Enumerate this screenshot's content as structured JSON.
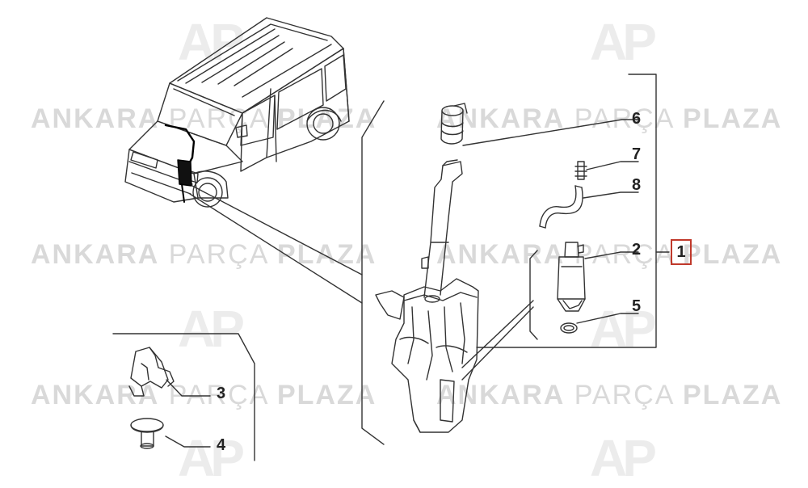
{
  "watermark": {
    "bold_text": "ANKARA",
    "light_text": "PARÇA",
    "bold_text_2": "PLAZA",
    "logo": "AP",
    "color": "#d9d9d9"
  },
  "callouts": [
    {
      "id": "1",
      "label": "1",
      "highlighted": true
    },
    {
      "id": "2",
      "label": "2"
    },
    {
      "id": "3",
      "label": "3"
    },
    {
      "id": "4",
      "label": "4"
    },
    {
      "id": "5",
      "label": "5"
    },
    {
      "id": "6",
      "label": "6"
    },
    {
      "id": "7",
      "label": "7"
    },
    {
      "id": "8",
      "label": "8"
    }
  ],
  "colors": {
    "line": "#333333",
    "highlight_box": "#c0392b"
  }
}
